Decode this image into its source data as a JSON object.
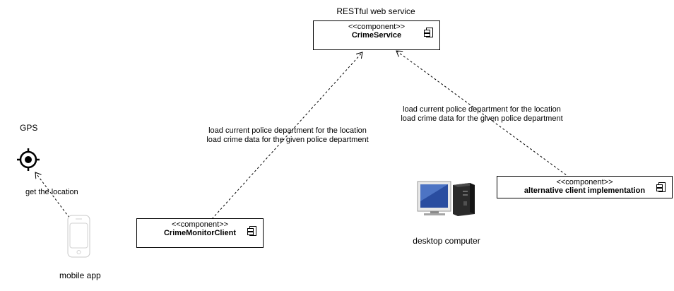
{
  "service_caption": "RESTful web service",
  "gps_caption": "GPS",
  "gps_edge_label": "get the location",
  "mobile_caption": "mobile app",
  "desktop_caption": "desktop computer",
  "crime_service": {
    "stereotype": "<<component>>",
    "name": "CrimeService"
  },
  "crime_monitor_client": {
    "stereotype": "<<component>>",
    "name": "CrimeMonitorClient"
  },
  "alternative_client": {
    "stereotype": "<<component>>",
    "name": "alternative client implementation"
  },
  "left_edge_labels": {
    "line1": "load current police department for the location",
    "line2": "load crime data for the given police department"
  },
  "right_edge_labels": {
    "line1": "load current police department for the location",
    "line2": "load crime data for the given police department"
  },
  "icons": [
    "gps-target-icon",
    "mobile-phone-icon",
    "desktop-computer-icon",
    "component-icon"
  ],
  "colors": {
    "line": "#000000",
    "phone_outline": "#cccccc",
    "monitor_screen": "#2a4da0",
    "tower": "#1e1e1e"
  }
}
